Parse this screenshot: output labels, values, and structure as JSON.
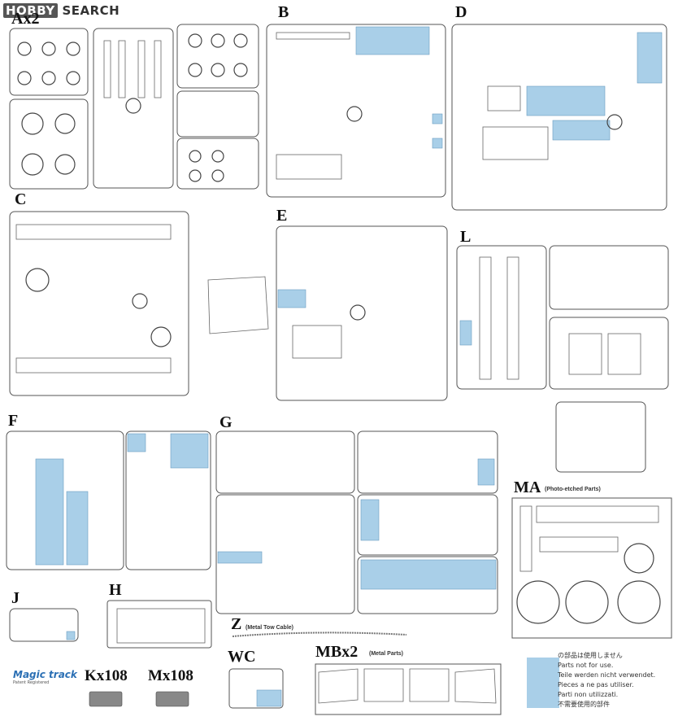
{
  "site": {
    "logo_prefix": "HOBBY",
    "logo_suffix": "SEARCH"
  },
  "sprues": {
    "A": "Ax2",
    "B": "B",
    "D": "D",
    "C": "C",
    "E": "E",
    "L": "L",
    "F": "F",
    "G": "G",
    "MA": "MA",
    "J": "J",
    "H": "H",
    "Z": "Z",
    "WC": "WC",
    "MB": "MBx2"
  },
  "notes": {
    "ma_sub": "(Photo-etched Parts)",
    "z_sub": "(Metal Tow Cable)",
    "mb_sub": "(Metal Parts)"
  },
  "tracks": {
    "magic_logo": "Magic track",
    "magic_sub": "Patent Registered",
    "kx": "Kx108",
    "mx": "Mx108"
  },
  "legend": {
    "color": "#a9cfe8",
    "lines": [
      "の部品は使用しません",
      "Parts not for use.",
      "Teile werden nicht verwendet.",
      "Pieces a ne pas utiliser.",
      "Parti non utilizzati.",
      "不需要使用的部件"
    ]
  }
}
